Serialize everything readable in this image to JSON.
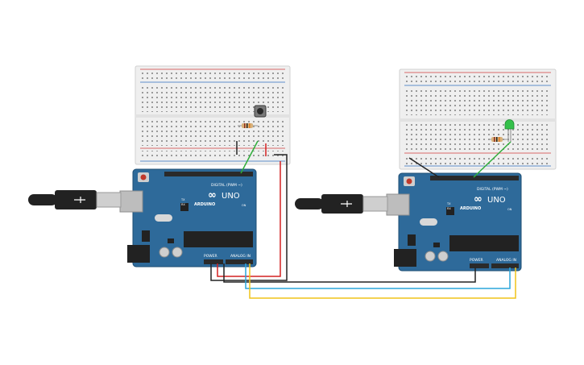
{
  "colors": {
    "board": "#2e6a9a",
    "board_edge": "#1d4d73",
    "breadboard": "#efefef",
    "rail_red": "#d23c3c",
    "rail_blue": "#2f6fbf",
    "wire_black": "#222222",
    "wire_red": "#d32020",
    "wire_green": "#2fae3a",
    "wire_blue": "#2aa6dc",
    "wire_yellow": "#f0c419",
    "led_green": "#34c04a"
  },
  "boards": [
    {
      "logo": "ARDUINO",
      "model": "UNO",
      "digital_label": "DIGITAL (PWM ~)",
      "power_label": "POWER",
      "analog_label": "ANALOG IN",
      "tx_label": "TX",
      "rx_label": "RX",
      "on_label": "ON"
    },
    {
      "logo": "ARDUINO",
      "model": "UNO",
      "digital_label": "DIGITAL (PWM ~)",
      "power_label": "POWER",
      "analog_label": "ANALOG IN",
      "tx_label": "TX",
      "rx_label": "RX",
      "on_label": "ON"
    }
  ],
  "icons": {
    "usb_cable": "usb-cable-icon",
    "pushbutton": "pushbutton-icon",
    "resistor": "resistor-icon",
    "led": "led-icon"
  }
}
